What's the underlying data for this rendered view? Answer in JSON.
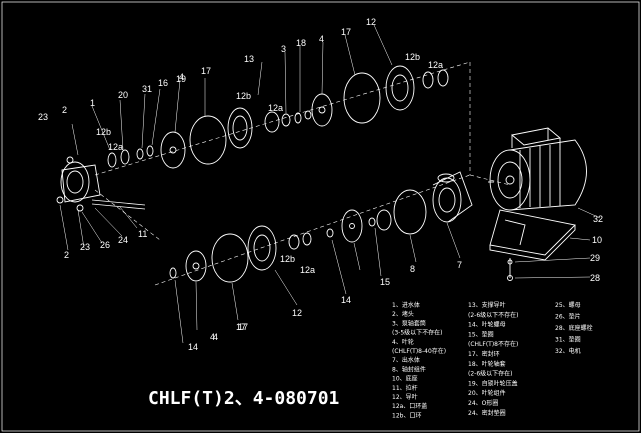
{
  "drawing": {
    "title": "CHLF(T)2、4-080701",
    "colors": {
      "background": "#000000",
      "line": "#ffffff",
      "dashed": "#ffffff"
    }
  },
  "callouts": [
    "23",
    "2",
    "1",
    "12b",
    "12a",
    "20",
    "31",
    "16",
    "19",
    "4",
    "17",
    "13",
    "12b",
    "12a",
    "3",
    "18",
    "4",
    "17",
    "12",
    "12b",
    "12a",
    "11",
    "24",
    "26",
    "2",
    "23",
    "12b",
    "12a",
    "17",
    "4",
    "14",
    "15",
    "8",
    "7",
    "14",
    "4",
    "17",
    "12",
    "32",
    "10",
    "29",
    "28",
    "12"
  ],
  "legend": {
    "col1": [
      "1、进水体",
      "2、堵头",
      "3、泵轴套筒",
      "(3-5级以下不存在)",
      "4、叶轮",
      "(CHLF(T)8-40存在)",
      "7、出水体",
      "8、轴封组件",
      "10、底座",
      "11、拉杆",
      "12、导叶",
      "12a、口环盖",
      "12b、口环"
    ],
    "col2": [
      "13、支撑导叶",
      "(2-6级以下不存在)",
      "14、叶轮螺母",
      "15、垫圈",
      "(CHLF(T)8不存在)",
      "17、密封环",
      "18、叶轮轴套",
      "(2-6级以下存在)",
      "19、自锁叶轮压盖",
      "20、叶轮组件",
      "24、O形圈",
      "24、密封垫圈"
    ],
    "col3": [
      "25、螺母",
      "26、垫片",
      "28、底座螺栓",
      "31、垫圈",
      "32、电机"
    ]
  }
}
